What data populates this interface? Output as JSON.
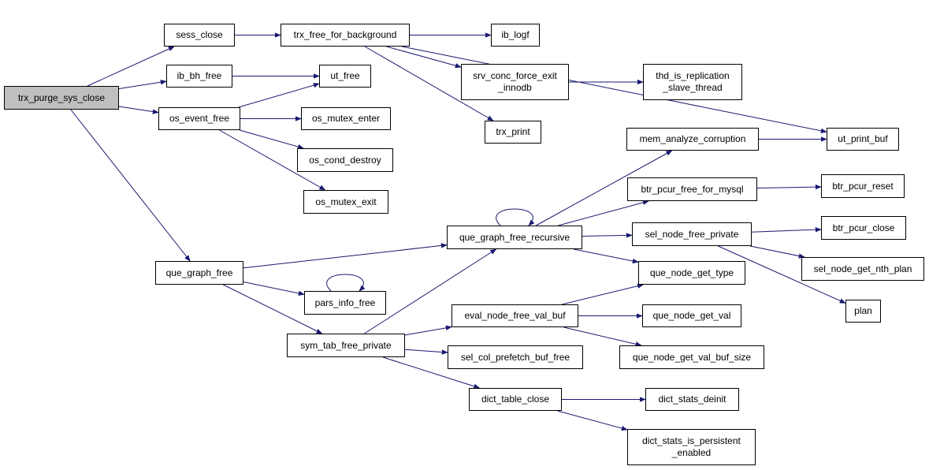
{
  "colors": {
    "edge": "#191970",
    "root_fill": "#bfbfbf",
    "node_fill": "#ffffff",
    "border": "#000000"
  },
  "nodes": {
    "trx_purge_sys_close": "trx_purge_sys_close",
    "sess_close": "sess_close",
    "ib_bh_free": "ib_bh_free",
    "os_event_free": "os_event_free",
    "que_graph_free": "que_graph_free",
    "trx_free_for_background": "trx_free_for_background",
    "ut_free": "ut_free",
    "os_mutex_enter": "os_mutex_enter",
    "os_cond_destroy": "os_cond_destroy",
    "os_mutex_exit": "os_mutex_exit",
    "pars_info_free": "pars_info_free",
    "sym_tab_free_private": "sym_tab_free_private",
    "ib_logf": "ib_logf",
    "srv_conc_force_exit_innodb": "srv_conc_force_exit\n_innodb",
    "trx_print": "trx_print",
    "thd_is_replication_slave_thread": "thd_is_replication\n_slave_thread",
    "ut_print_buf": "ut_print_buf",
    "mem_analyze_corruption": "mem_analyze_corruption",
    "btr_pcur_free_for_mysql": "btr_pcur_free_for_mysql",
    "btr_pcur_reset": "btr_pcur_reset",
    "que_graph_free_recursive": "que_graph_free_recursive",
    "sel_node_free_private": "sel_node_free_private",
    "btr_pcur_close": "btr_pcur_close",
    "sel_node_get_nth_plan": "sel_node_get_nth_plan",
    "plan": "plan",
    "que_node_get_type": "que_node_get_type",
    "eval_node_free_val_buf": "eval_node_free_val_buf",
    "que_node_get_val": "que_node_get_val",
    "que_node_get_val_buf_size": "que_node_get_val_buf_size",
    "sel_col_prefetch_buf_free": "sel_col_prefetch_buf_free",
    "dict_table_close": "dict_table_close",
    "dict_stats_deinit": "dict_stats_deinit",
    "dict_stats_is_persistent_enabled": "dict_stats_is_persistent\n_enabled"
  },
  "edges": [
    [
      "trx_purge_sys_close",
      "sess_close"
    ],
    [
      "trx_purge_sys_close",
      "ib_bh_free"
    ],
    [
      "trx_purge_sys_close",
      "os_event_free"
    ],
    [
      "trx_purge_sys_close",
      "que_graph_free"
    ],
    [
      "sess_close",
      "trx_free_for_background"
    ],
    [
      "trx_free_for_background",
      "ib_logf"
    ],
    [
      "trx_free_for_background",
      "srv_conc_force_exit_innodb"
    ],
    [
      "trx_free_for_background",
      "trx_print"
    ],
    [
      "trx_free_for_background",
      "ut_print_buf"
    ],
    [
      "srv_conc_force_exit_innodb",
      "thd_is_replication_slave_thread"
    ],
    [
      "ib_bh_free",
      "ut_free"
    ],
    [
      "os_event_free",
      "ut_free"
    ],
    [
      "os_event_free",
      "os_mutex_enter"
    ],
    [
      "os_event_free",
      "os_cond_destroy"
    ],
    [
      "os_event_free",
      "os_mutex_exit"
    ],
    [
      "que_graph_free",
      "que_graph_free_recursive"
    ],
    [
      "que_graph_free",
      "pars_info_free"
    ],
    [
      "que_graph_free",
      "sym_tab_free_private"
    ],
    [
      "pars_info_free",
      "pars_info_free"
    ],
    [
      "que_graph_free_recursive",
      "que_graph_free_recursive"
    ],
    [
      "que_graph_free_recursive",
      "mem_analyze_corruption"
    ],
    [
      "que_graph_free_recursive",
      "btr_pcur_free_for_mysql"
    ],
    [
      "que_graph_free_recursive",
      "sel_node_free_private"
    ],
    [
      "que_graph_free_recursive",
      "que_node_get_type"
    ],
    [
      "mem_analyze_corruption",
      "ut_print_buf"
    ],
    [
      "btr_pcur_free_for_mysql",
      "btr_pcur_reset"
    ],
    [
      "sel_node_free_private",
      "btr_pcur_close"
    ],
    [
      "sel_node_free_private",
      "sel_node_get_nth_plan"
    ],
    [
      "sel_node_free_private",
      "plan"
    ],
    [
      "sym_tab_free_private",
      "que_graph_free_recursive"
    ],
    [
      "sym_tab_free_private",
      "eval_node_free_val_buf"
    ],
    [
      "sym_tab_free_private",
      "sel_col_prefetch_buf_free"
    ],
    [
      "sym_tab_free_private",
      "dict_table_close"
    ],
    [
      "eval_node_free_val_buf",
      "que_node_get_type"
    ],
    [
      "eval_node_free_val_buf",
      "que_node_get_val"
    ],
    [
      "eval_node_free_val_buf",
      "que_node_get_val_buf_size"
    ],
    [
      "dict_table_close",
      "dict_stats_deinit"
    ],
    [
      "dict_table_close",
      "dict_stats_is_persistent_enabled"
    ]
  ]
}
